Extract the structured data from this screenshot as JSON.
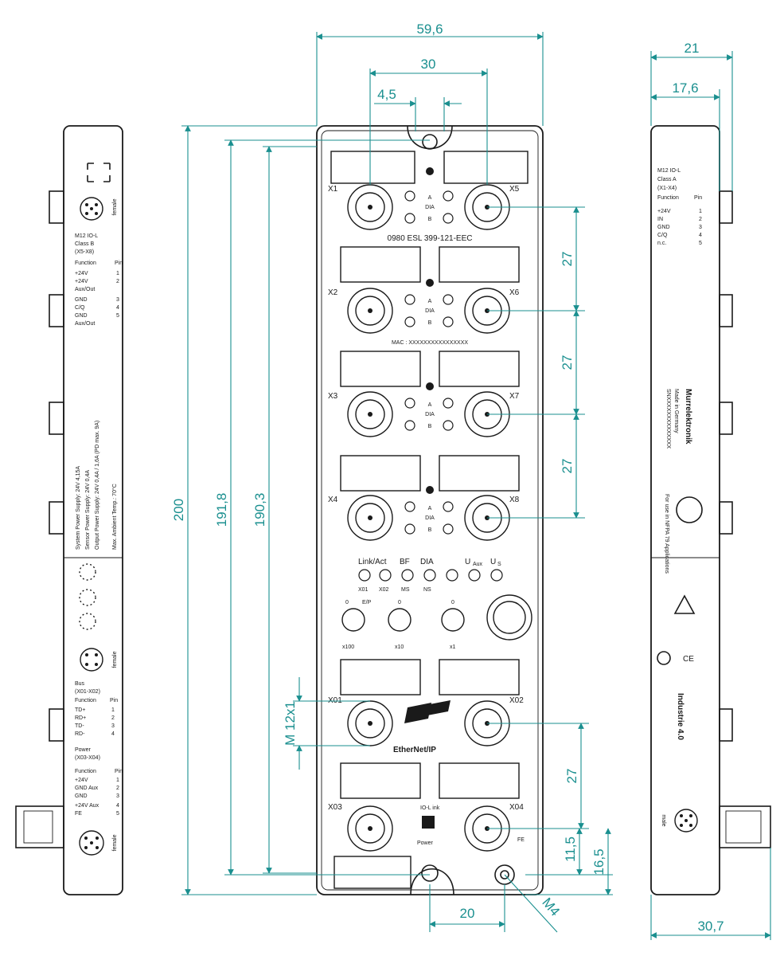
{
  "dimensions": {
    "width_total": "59,6",
    "port_spacing_h": "30",
    "offset_small": "4,5",
    "height_total": "200",
    "height_2": "191,8",
    "height_3": "190,3",
    "pitch_1": "27",
    "pitch_2": "27",
    "pitch_3": "27",
    "pitch_4": "27",
    "thread": "M 12x1",
    "mount_spacing": "20",
    "ground_thread": "M4",
    "bottom_1": "11,5",
    "bottom_2": "16,5",
    "side_depth": "21",
    "side_depth_inner": "17,6",
    "side_bottom": "30,7"
  },
  "front": {
    "ports_left": [
      "X1",
      "X2",
      "X3",
      "X4"
    ],
    "ports_right": [
      "X5",
      "X6",
      "X7",
      "X8"
    ],
    "bus_left": "X01",
    "bus_right": "X02",
    "power_left": "X03",
    "power_right": "X04",
    "led_a": "A",
    "led_dia": "DIA",
    "led_b": "B",
    "part_number": "0980 ESL 399-121-EEC",
    "mac": "MAC : XXXXXXXXXXXXXXXX",
    "status_labels": [
      "Link/Act",
      "BF",
      "DIA",
      "U",
      "Aux",
      "U",
      "S"
    ],
    "x01_led": "X01",
    "x02_led": "X02",
    "ms": "MS",
    "ns": "NS",
    "ep": "E/P",
    "zero": "0",
    "switch_labels": [
      "x100",
      "x10",
      "x1"
    ],
    "io_link": "IO-L ink",
    "power": "Power",
    "fe": "FE",
    "ethernet": "EtherNet/IP"
  },
  "left_side": {
    "female": "female",
    "iol_title": [
      "M12 IO-L",
      "Class B",
      "(X5-X8)"
    ],
    "function_hdr": "Function",
    "pin_hdr": "Pin",
    "functions": [
      "+24V",
      "+24V",
      "Aux/Out",
      "GND",
      "C/Q",
      "GND",
      "Aux/Out"
    ],
    "pins": [
      "1",
      "2",
      "",
      "3",
      "4",
      "5",
      ""
    ],
    "supply": [
      "System Power Supply: 24V  4,15A",
      "Sensor Power Supply: 24V  0,4A",
      "Output Power Supply: 24V  0,4A / 1,6A (PD max. 9A)",
      "Max. Ambient Temp.: 70°C"
    ],
    "bus_title": [
      "Bus",
      "(X01-X02)"
    ],
    "bus_functions": [
      "TD+",
      "RD+",
      "TD-",
      "RD-"
    ],
    "bus_pins": [
      "1",
      "2",
      "3",
      "4"
    ],
    "power_title": [
      "Power",
      "(X03-X04)"
    ],
    "power_functions": [
      "+24V",
      "GND Aux",
      "GND",
      "+24V Aux",
      "FE"
    ],
    "power_pins": [
      "1",
      "2",
      "3",
      "4",
      "5"
    ]
  },
  "right_side": {
    "iol_title": [
      "M12 IO-L",
      "Class A",
      "(X1-X4)"
    ],
    "function_hdr": "Function",
    "pin_hdr": "Pin",
    "functions": [
      "+24V",
      "IN",
      "GND",
      "C/Q",
      "n.c."
    ],
    "pins": [
      "1",
      "2",
      "3",
      "4",
      "5"
    ],
    "brand": "Murrelektronik",
    "made_in": "Made in Germany",
    "serial": "SNXXXXXXXXXXXXXX",
    "nfpa": "For use in NFPA 79 Applications",
    "industrie": "Industrie 4.0",
    "male": "male"
  }
}
